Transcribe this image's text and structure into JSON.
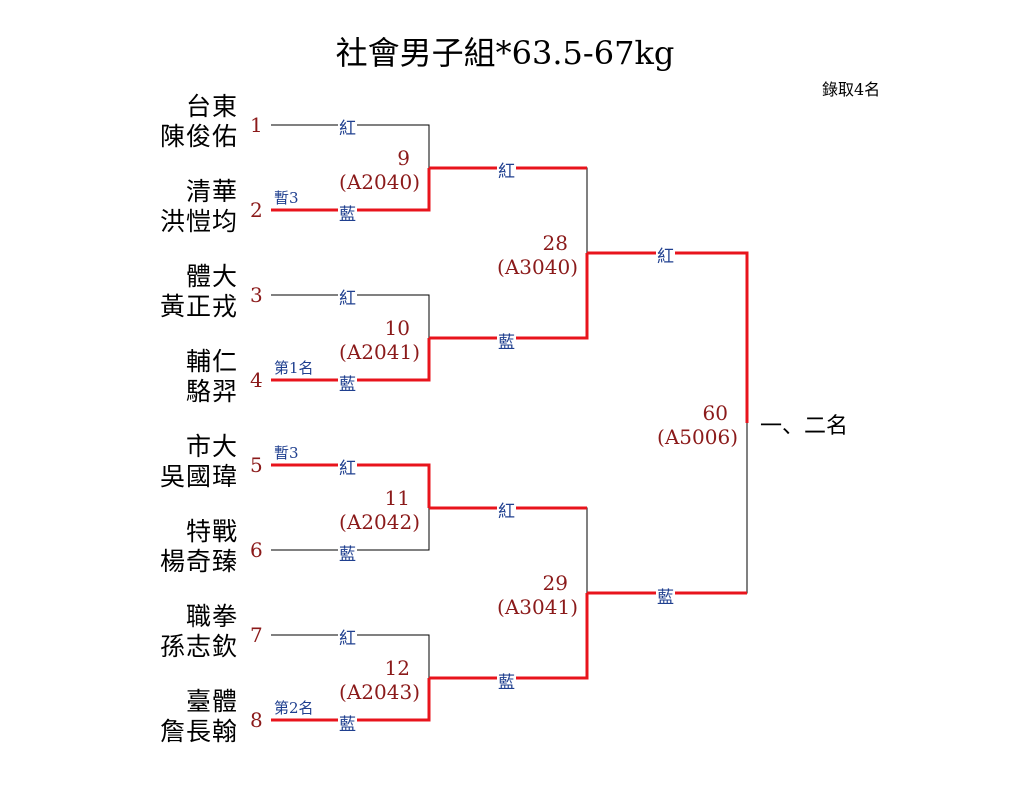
{
  "title": "社會男子組*63.5-67kg",
  "note": "錄取4名",
  "final_label": "一、二名",
  "colors": {
    "red_line": "#e8141c",
    "black_line": "#000000",
    "seed_red": "#8b1a1a",
    "corner_blue": "#1f3f8f"
  },
  "corners": {
    "red": "紅",
    "blue": "藍"
  },
  "entrants": [
    {
      "seed": "1",
      "team": "台東",
      "name": "陳俊佑",
      "tag": ""
    },
    {
      "seed": "2",
      "team": "清華",
      "name": "洪愷均",
      "tag": "暫3"
    },
    {
      "seed": "3",
      "team": "體大",
      "name": "黃正戎",
      "tag": ""
    },
    {
      "seed": "4",
      "team": "輔仁",
      "name": "駱羿",
      "tag": "第1名"
    },
    {
      "seed": "5",
      "team": "市大",
      "name": "吳國瑋",
      "tag": "暫3"
    },
    {
      "seed": "6",
      "team": "特戰",
      "name": "楊奇臻",
      "tag": ""
    },
    {
      "seed": "7",
      "team": "職拳",
      "name": "孫志欽",
      "tag": ""
    },
    {
      "seed": "8",
      "team": "臺體",
      "name": "詹長翰",
      "tag": "第2名"
    }
  ],
  "matches": {
    "r1": [
      {
        "number": "9",
        "code": "(A2040)"
      },
      {
        "number": "10",
        "code": "(A2041)"
      },
      {
        "number": "11",
        "code": "(A2042)"
      },
      {
        "number": "12",
        "code": "(A2043)"
      }
    ],
    "r2": [
      {
        "number": "28",
        "code": "(A3040)"
      },
      {
        "number": "29",
        "code": "(A3041)"
      }
    ],
    "final": {
      "number": "60",
      "code": "(A5006)"
    }
  }
}
